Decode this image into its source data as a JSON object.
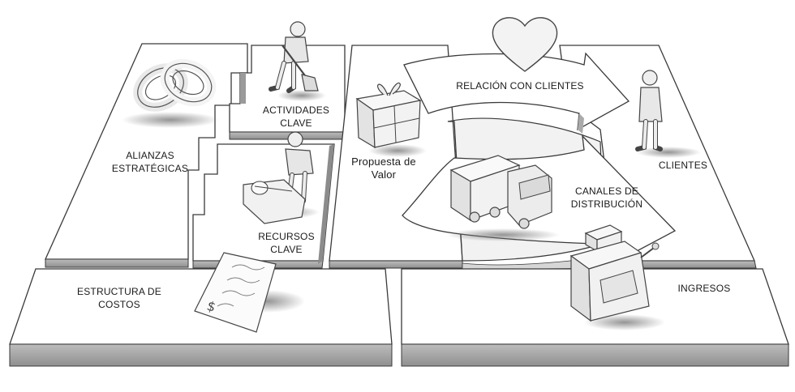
{
  "canvas": {
    "blocks": {
      "alianzas": {
        "lines": [
          "ALIANZAS",
          "ESTRATÉGICAS"
        ]
      },
      "actividades": {
        "lines": [
          "ACTIVIDADES",
          "CLAVE"
        ]
      },
      "recursos": {
        "lines": [
          "RECURSOS",
          "CLAVE"
        ]
      },
      "propuesta": {
        "lines": [
          "Propuesta de",
          "Valor"
        ]
      },
      "relacion": {
        "lines": [
          "RELACIÓN CON CLIENTES"
        ]
      },
      "canales": {
        "lines": [
          "CANALES DE",
          "DISTRIBUCIÓN"
        ]
      },
      "clientes": {
        "lines": [
          "CLIENTES"
        ]
      },
      "costos": {
        "lines": [
          "ESTRUCTURA DE",
          "COSTOS"
        ]
      },
      "ingresos": {
        "lines": [
          "INGRESOS"
        ]
      }
    },
    "icons": [
      "rings-icon",
      "worker-shovel-icon",
      "worker-roll-icon",
      "gift-icon",
      "heart-icon",
      "person-icon",
      "truck-icon",
      "cash-register-icon",
      "invoice-icon"
    ]
  }
}
